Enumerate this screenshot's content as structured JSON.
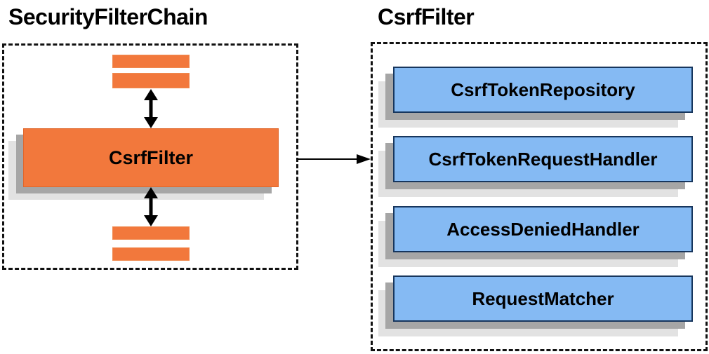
{
  "titles": {
    "left": "SecurityFilterChain",
    "right": "CsrfFilter"
  },
  "security_filter_chain": {
    "filter_label": "CsrfFilter"
  },
  "csrf_filter_components": [
    {
      "label": "CsrfTokenRepository"
    },
    {
      "label": "CsrfTokenRequestHandler"
    },
    {
      "label": "AccessDeniedHandler"
    },
    {
      "label": "RequestMatcher"
    }
  ],
  "icons": {
    "vertical_arrows": "double-headed-arrow",
    "link_arrow": "right-arrow"
  },
  "colors": {
    "orange_fill": "#f2783c",
    "orange_border": "#ef8a50",
    "orange_edge": "#e0662a",
    "blue_fill": "#85baf3",
    "blue_border": "#17365d",
    "shadow_medium": "#a6a6a6",
    "shadow_light": "#e2e2e2",
    "line_black": "#000000"
  }
}
